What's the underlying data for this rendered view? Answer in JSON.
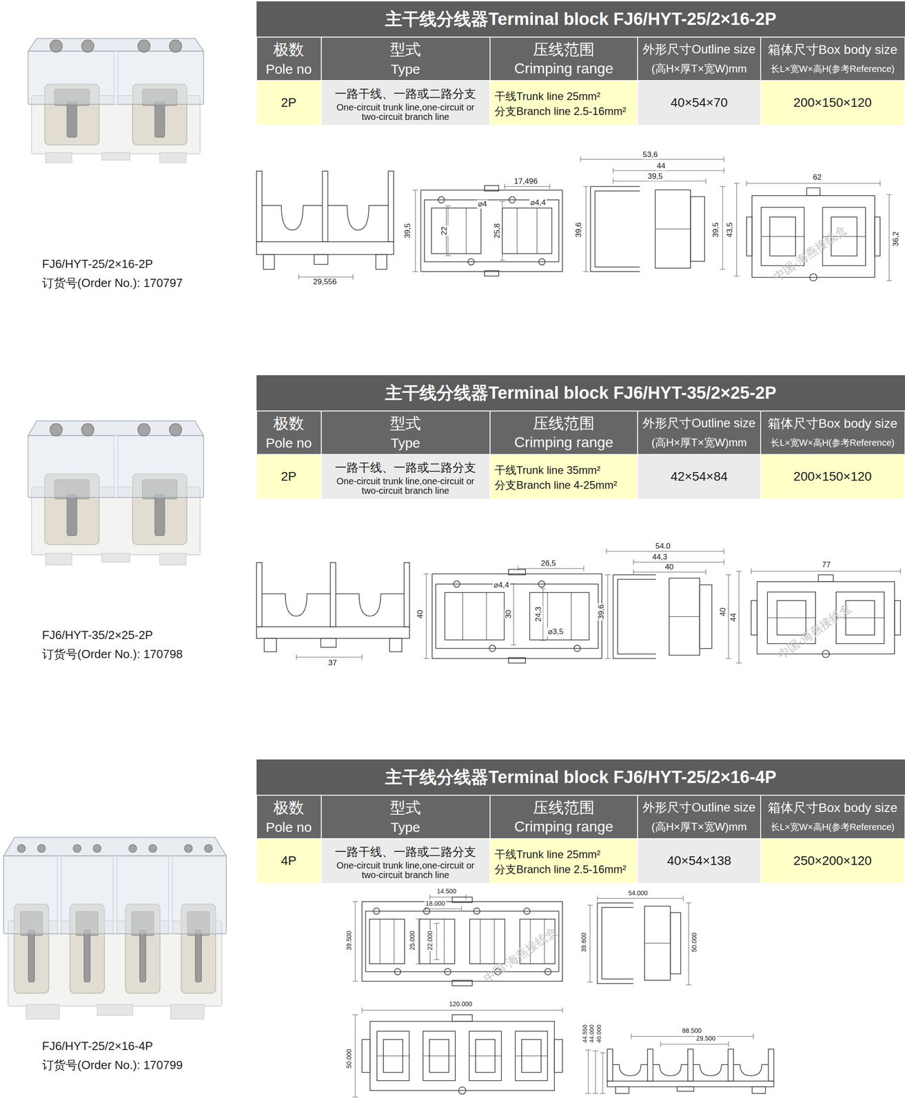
{
  "diagram": {
    "nodes": [
      {
        "text": [
          "主干线分线器Terminal block FJ6/HYT-25/2×16-2P"
        ]
      },
      {
        "text": [
          "主干线分线器Terminal block FJ6/HYT-35/2×25-2P"
        ]
      },
      {
        "text": [
          "主干线分线器Terminal block FJ6/HYT-25/2×16-4P"
        ]
      }
    ],
    "labels": [
      "极数",
      "Pole no",
      "型式",
      "Type",
      "压线范围",
      "Crimping range",
      "外形尺寸Outline size",
      "(高H×厚T×宽W)mm",
      "箱体尺寸Box body size",
      "长L×宽W×高H(参考Reference)",
      "2P",
      "一路干线、一路或二路分支",
      "One-circuit trunk line,one-circuit or two-circuit branch line",
      "干线Trunk line 25mm²",
      "分支Branch line 2.5-16mm²",
      "40×54×70",
      "200×150×120",
      "FJ6/HYT-25/2×16-2P",
      "订货号(Order No.): 170797",
      "29,556",
      "17,496",
      "⌀4",
      "⌀4,4",
      "39,5",
      "22",
      "25,8",
      "53,6",
      "44",
      "39,5",
      "39,6",
      "39,5",
      "43,5",
      "62",
      "36,2",
      "极数",
      "Pole no",
      "型式",
      "Type",
      "压线范围",
      "Crimping range",
      "外形尺寸Outline size",
      "(高H×厚T×宽W)mm",
      "箱体尺寸Box body size",
      "长L×宽W×高H(参考Reference)",
      "2P",
      "一路干线、一路或二路分支",
      "One-circuit trunk line,one-circuit or two-circuit branch line",
      "干线Trunk line 35mm²",
      "分支Branch line 4-25mm²",
      "42×54×84",
      "200×150×120",
      "FJ6/HYT-35/2×25-2P",
      "订货号(Order No.): 170798",
      "37",
      "26,5",
      "⌀4,4",
      "40",
      "30",
      "24,3",
      "⌀3,5",
      "54.0",
      "44,3",
      "40",
      "39,6",
      "40",
      "44",
      "77",
      "极数",
      "Pole no",
      "型式",
      "Type",
      "压线范围",
      "Crimping range",
      "外形尺寸Outline size",
      "(高H×厚T×宽W)mm",
      "箱体尺寸Box body size",
      "长L×宽W×高H(参考Reference)",
      "4P",
      "一路干线、一路或二路分支",
      "One-circuit trunk line,one-circuit or two-circuit branch line",
      "干线Trunk line 25mm²",
      "分支Branch line 2.5-16mm²",
      "40×54×138",
      "250×200×120",
      "FJ6/HYT-25/2×16-4P",
      "订货号(Order No.): 170799",
      "14.500",
      "18.000",
      "39.500",
      "25.000",
      "22.000",
      "54.000",
      "39.600",
      "50.000",
      "120.000",
      "50.000",
      "88.500",
      "29.500",
      "44.550",
      "44.000",
      "40.000",
      "中国·海燕接线盒",
      "中国·海燕接线盒",
      "中国·海燕接线盒"
    ]
  }
}
